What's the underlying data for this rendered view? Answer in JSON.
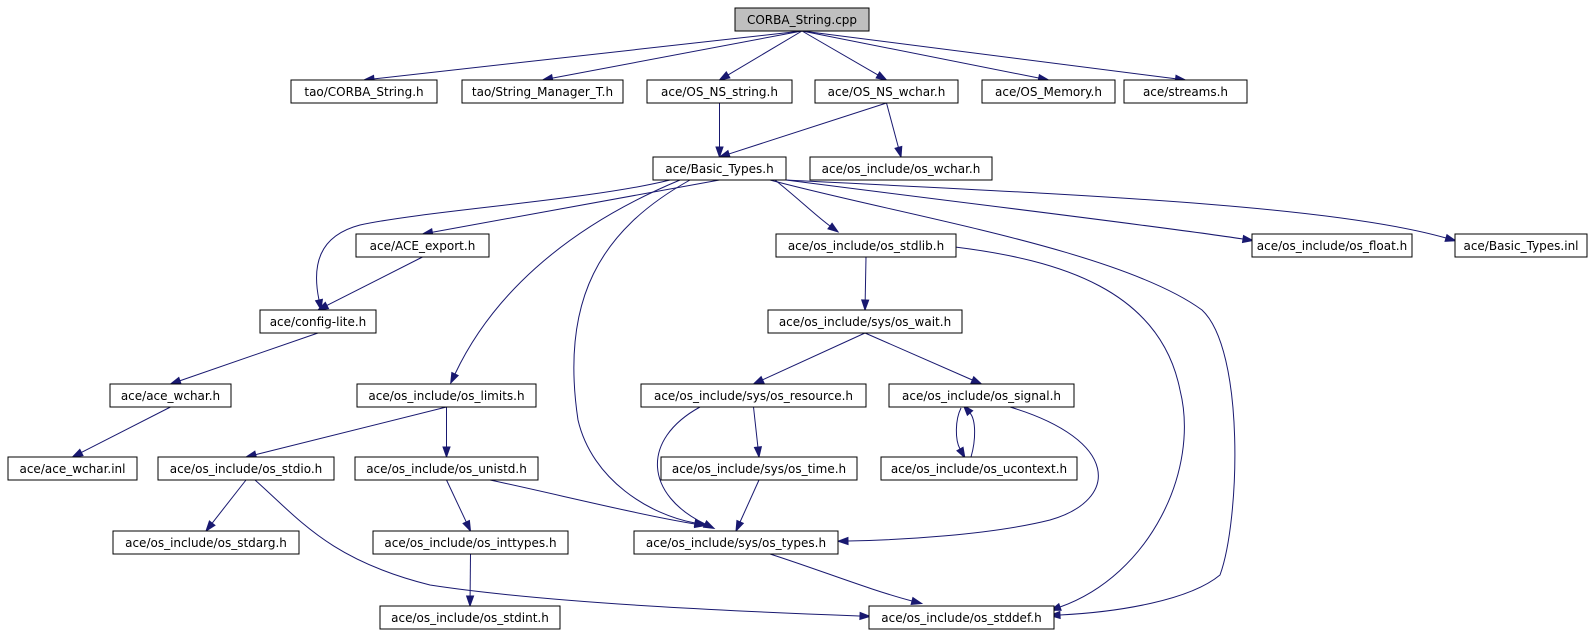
{
  "graph": {
    "root": "CORBA_String.cpp",
    "nodes": {
      "root": "CORBA_String.cpp",
      "tao_corba_string": "tao/CORBA_String.h",
      "tao_string_manager": "tao/String_Manager_T.h",
      "os_ns_string": "ace/OS_NS_string.h",
      "os_ns_wchar": "ace/OS_NS_wchar.h",
      "os_memory": "ace/OS_Memory.h",
      "streams": "ace/streams.h",
      "basic_types": "ace/Basic_Types.h",
      "os_wchar": "ace/os_include/os_wchar.h",
      "ace_export": "ace/ACE_export.h",
      "os_stdlib": "ace/os_include/os_stdlib.h",
      "os_float": "ace/os_include/os_float.h",
      "basic_types_inl": "ace/Basic_Types.inl",
      "config_lite": "ace/config-lite.h",
      "sys_os_wait": "ace/os_include/sys/os_wait.h",
      "ace_wchar": "ace/ace_wchar.h",
      "os_limits": "ace/os_include/os_limits.h",
      "sys_os_resource": "ace/os_include/sys/os_resource.h",
      "os_signal": "ace/os_include/os_signal.h",
      "ace_wchar_inl": "ace/ace_wchar.inl",
      "os_stdio": "ace/os_include/os_stdio.h",
      "os_unistd": "ace/os_include/os_unistd.h",
      "sys_os_time": "ace/os_include/sys/os_time.h",
      "os_ucontext": "ace/os_include/os_ucontext.h",
      "os_stdarg": "ace/os_include/os_stdarg.h",
      "os_inttypes": "ace/os_include/os_inttypes.h",
      "sys_os_types": "ace/os_include/sys/os_types.h",
      "os_stdint": "ace/os_include/os_stdint.h",
      "os_stddef": "ace/os_include/os_stddef.h"
    },
    "edges": [
      [
        "root",
        "tao_corba_string"
      ],
      [
        "root",
        "tao_string_manager"
      ],
      [
        "root",
        "os_ns_string"
      ],
      [
        "root",
        "os_ns_wchar"
      ],
      [
        "root",
        "os_memory"
      ],
      [
        "root",
        "streams"
      ],
      [
        "os_ns_string",
        "basic_types"
      ],
      [
        "os_ns_wchar",
        "basic_types"
      ],
      [
        "os_ns_wchar",
        "os_wchar"
      ],
      [
        "basic_types",
        "config_lite"
      ],
      [
        "basic_types",
        "ace_export"
      ],
      [
        "basic_types",
        "os_limits"
      ],
      [
        "basic_types",
        "sys_os_types"
      ],
      [
        "basic_types",
        "os_stdlib"
      ],
      [
        "basic_types",
        "os_stddef"
      ],
      [
        "basic_types",
        "os_float"
      ],
      [
        "basic_types",
        "basic_types_inl"
      ],
      [
        "ace_export",
        "config_lite"
      ],
      [
        "config_lite",
        "ace_wchar"
      ],
      [
        "ace_wchar",
        "ace_wchar_inl"
      ],
      [
        "os_stdlib",
        "sys_os_wait"
      ],
      [
        "os_stdlib",
        "os_stddef"
      ],
      [
        "sys_os_wait",
        "sys_os_resource"
      ],
      [
        "sys_os_wait",
        "os_signal"
      ],
      [
        "os_limits",
        "os_stdio"
      ],
      [
        "os_limits",
        "os_unistd"
      ],
      [
        "sys_os_resource",
        "sys_os_time"
      ],
      [
        "sys_os_resource",
        "sys_os_types"
      ],
      [
        "os_signal",
        "os_ucontext"
      ],
      [
        "os_ucontext",
        "os_signal"
      ],
      [
        "os_signal",
        "sys_os_types"
      ],
      [
        "os_stdio",
        "os_stdarg"
      ],
      [
        "os_stdio",
        "os_stddef"
      ],
      [
        "os_unistd",
        "os_inttypes"
      ],
      [
        "os_unistd",
        "sys_os_types"
      ],
      [
        "sys_os_time",
        "sys_os_types"
      ],
      [
        "os_inttypes",
        "os_stdint"
      ],
      [
        "sys_os_types",
        "os_stddef"
      ]
    ]
  },
  "colors": {
    "edge": "#191970",
    "root_fill": "#bfbfbf",
    "node_fill": "#ffffff",
    "node_border": "#000000"
  }
}
